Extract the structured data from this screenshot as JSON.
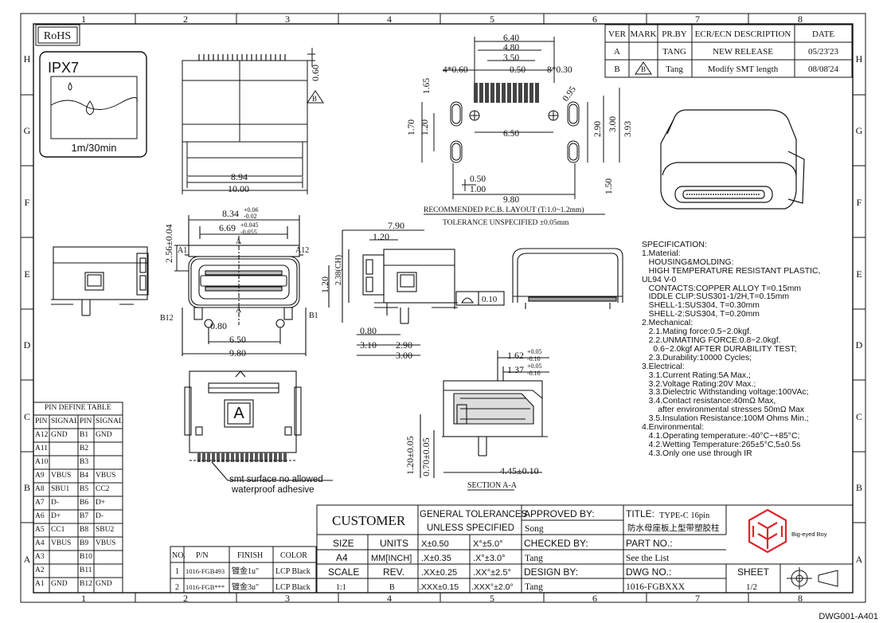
{
  "border": {
    "cols": [
      "1",
      "2",
      "3",
      "4",
      "5",
      "6",
      "7",
      "8"
    ],
    "rows": [
      "H",
      "G",
      "F",
      "E",
      "D",
      "C",
      "B",
      "A"
    ]
  },
  "badges": {
    "rohs": "RoHS",
    "ipx_title": "IPX7",
    "ipx_sub": "1m/30min"
  },
  "revision_table": {
    "headers": [
      "VER",
      "MARK",
      "PR.BY",
      "ECR/ECN DESCRIPTION",
      "DATE"
    ],
    "rows": [
      {
        "ver": "A",
        "mark": "",
        "by": "TANG",
        "desc": "NEW RELEASE",
        "date": "05/23'23"
      },
      {
        "ver": "B",
        "mark": "B",
        "by": "Tang",
        "desc": "Modify SMT length",
        "date": "08/08'24"
      }
    ]
  },
  "dims_top": {
    "h060": "0.60",
    "w894": "8.94",
    "w1000": "10.00",
    "markB": "B"
  },
  "pcb_layout": {
    "d640": "6.40",
    "d480": "4.80",
    "d350": "3.50",
    "d050": "0.50",
    "d4x060": "4*0.60",
    "d8x030": "8*0.30",
    "d165": "1.65",
    "d095": "0.95",
    "d170": "1.70",
    "d120": "1.20",
    "d650": "6.50",
    "d290": "2.90",
    "d300": "3.00",
    "d393": "3.93",
    "d150": "1.50",
    "b050": "0.50",
    "b100": "1.00",
    "d980": "9.80",
    "caption": "RECOMMENDED  P.C.B. LAYOUT (T:1.0~1.2mm)",
    "tolerance": "TOLERANCE UNSPECIFIED ±0.05mm"
  },
  "front_view": {
    "w834": "8.34",
    "w834_tol_up": "+0.06",
    "w834_tol_dn": "-0.02",
    "w669": "6.69",
    "w669_tol_up": "+0.045",
    "w669_tol_dn": "-0.055",
    "h256": "2.56±0.04",
    "labelA": "A",
    "a1": "A1",
    "a12": "A12",
    "b12": "B12",
    "b1": "B1",
    "d080": "0.80",
    "w650": "6.50",
    "w980": "9.80"
  },
  "side_view": {
    "d790": "7.90",
    "d120": "1.20",
    "d238": "2.38(CH)",
    "d120v": "1.20",
    "flat": "0.10",
    "d080": "0.80",
    "d310": "3.10",
    "d290": "2.90",
    "d300": "3.00"
  },
  "bottom_view": {
    "label": "A",
    "note1": "smt surface no allowed",
    "note2": "waterproof adhesive"
  },
  "section": {
    "d162": "1.62",
    "d162_up": "+0.05",
    "d162_dn": "-0.10",
    "d137": "1.37",
    "d137_up": "+0.05",
    "d137_dn": "-0.10",
    "d120": "1.20±0.05",
    "d070": "0.70±0.05",
    "d445": "4.45±0.10",
    "caption": "SECTION A-A"
  },
  "specification": {
    "lines": [
      "SPECIFICATION:",
      "1.Material:",
      "   HOUSING&MOLDING:",
      "   HIGH TEMPERATURE RESISTANT PLASTIC,",
      "UL94 V-0",
      "   CONTACTS:COPPER ALLOY T=0.15mm",
      "   IDDLE CLIP:SUS301-1/2H,T=0.15mm",
      "   SHELL-1:SUS304, T=0.30mm",
      "   SHELL-2:SUS304, T=0.20mm",
      "2.Mechanical:",
      "   2.1.Mating force:0.5~2.0kgf.",
      "   2.2.UNMATING FORCE:0.8~2.0kgf.",
      "     0.6~2.0kgf AFTER DURABILITY TEST;",
      "   2.3.Durability:10000 Cycles;",
      "3.Electrical:",
      "   3.1.Current Rating:5A Max.;",
      "   3.2.Voltage Rating:20V Max.;",
      "   3.3.Dielectric Withstanding voltage:100VAc;",
      "   3.4.Contact resistance:40mΩ Max,",
      "       after environmental stresses 50mΩ Max",
      "   3.5.Insulation Resistance:100M Ohms Min.;",
      "4.Environmental:",
      "   4.1.Operating temperature:-40°C~+85°C;",
      "   4.2.Wetting Temperature:265±5°C,5±0.5s",
      "   4.3.Only one use through IR"
    ]
  },
  "pin_table": {
    "title": "PIN DEFINE TABLE",
    "headers": [
      "PIN",
      "SIGNAL",
      "PIN",
      "SIGNAL"
    ],
    "rows": [
      [
        "A12",
        "GND",
        "B1",
        "GND"
      ],
      [
        "A11",
        "",
        "B2",
        ""
      ],
      [
        "A10",
        "",
        "B3",
        ""
      ],
      [
        "A9",
        "VBUS",
        "B4",
        "VBUS"
      ],
      [
        "A8",
        "SBU1",
        "B5",
        "CC2"
      ],
      [
        "A7",
        "D-",
        "B6",
        "D+"
      ],
      [
        "A6",
        "D+",
        "B7",
        "D-"
      ],
      [
        "A5",
        "CC1",
        "B8",
        "SBU2"
      ],
      [
        "A4",
        "VBUS",
        "B9",
        "VBUS"
      ],
      [
        "A3",
        "",
        "B10",
        ""
      ],
      [
        "A2",
        "",
        "B11",
        ""
      ],
      [
        "A1",
        "GND",
        "B12",
        "GND"
      ]
    ]
  },
  "pn_table": {
    "headers": [
      "NO.",
      "P/N",
      "FINISH",
      "COLOR"
    ],
    "rows": [
      [
        "1",
        "1016-FGB493",
        "镀金1u\"",
        "LCP Black"
      ],
      [
        "2",
        "1016-FGB***",
        "镀金3u\"",
        "LCP Black"
      ]
    ]
  },
  "title_block": {
    "customer": "CUSTOMER",
    "gen_tol_1": "GENERAL TOLERANCES",
    "gen_tol_2": "UNLESS SPECIFIED",
    "size_label": "SIZE",
    "size_value": "A4",
    "units_label": "UNITS",
    "units_value": "MM[INCH]",
    "scale_label": "SCALE",
    "scale_value": "1:1",
    "rev_label": "REV.",
    "rev_value": "B",
    "tol_x": "X±0.50",
    "tol_x_ang": "X°±5.0°",
    "tol_xx": ".X±0.35",
    "tol_xx_ang": ".X°±3.0°",
    "tol_xxx": ".XX±0.25",
    "tol_xxx_ang": ".XX°±2.5°",
    "tol_xxxx": ".XXX±0.15",
    "tol_xxxx_ang": ".XXX°±2.0°",
    "approved_label": "APPROVED BY:",
    "approved_value": "Song",
    "checked_label": "CHECKED BY:",
    "checked_value": "Tang",
    "design_label": "DESIGN BY:",
    "design_value": "Tang",
    "title_label": "TITLE:",
    "title_line1": "TYPE-C 16pin",
    "title_line2": "防水母座板上型带塑胶柱",
    "partno_label": "PART NO.:",
    "partno_value": "See the List",
    "dwgno_label": "DWG NO.:",
    "dwgno_value": "1016-FGBXXX",
    "sheet_label": "SHEET",
    "sheet_value": "1/2",
    "brand": "Big-eyed Boy"
  },
  "dwg_code": "DWG001-A401",
  "colors": {
    "line": "#111111",
    "logo": "#e0242a"
  }
}
